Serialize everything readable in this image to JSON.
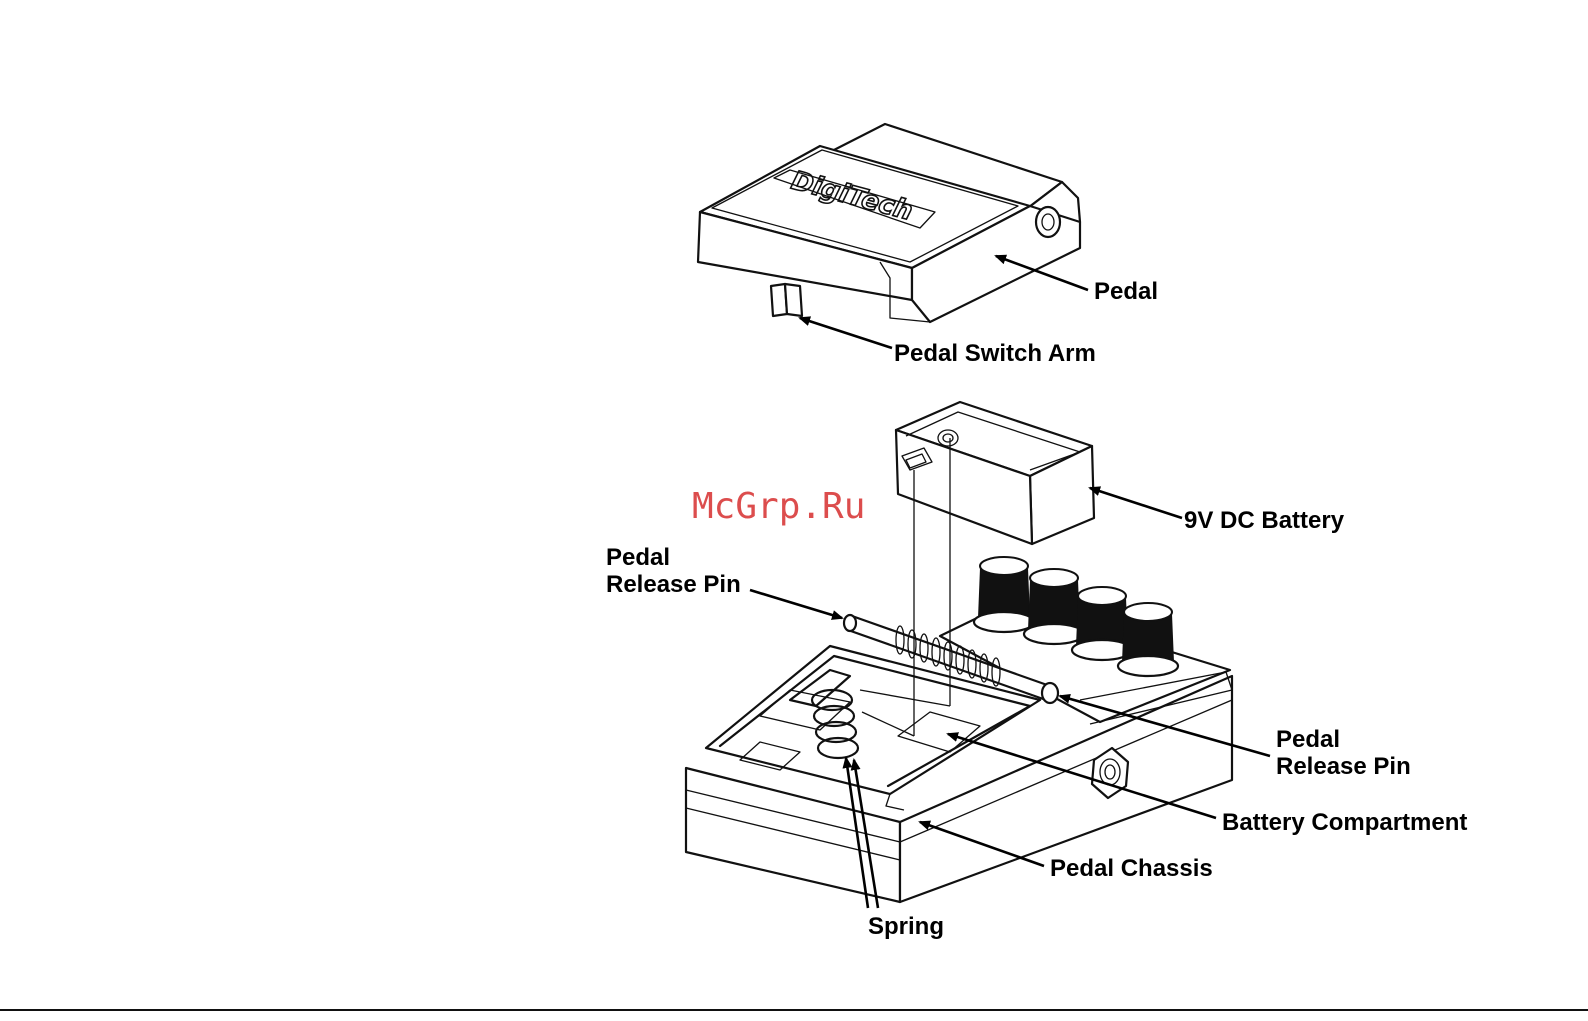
{
  "labels": {
    "pedal": "Pedal",
    "pedal_switch_arm": "Pedal Switch Arm",
    "battery": "9V DC Battery",
    "release_pin_left_line1": "Pedal",
    "release_pin_left_line2": "Release Pin",
    "release_pin_right_line1": "Pedal",
    "release_pin_right_line2": "Release Pin",
    "battery_compartment": "Battery Compartment",
    "pedal_chassis": "Pedal Chassis",
    "spring": "Spring"
  },
  "logo_text": "DigiTech",
  "watermark": "McGrp.Ru",
  "colors": {
    "ink": "#111111",
    "watermark": "#d62f2f",
    "background": "#ffffff"
  }
}
